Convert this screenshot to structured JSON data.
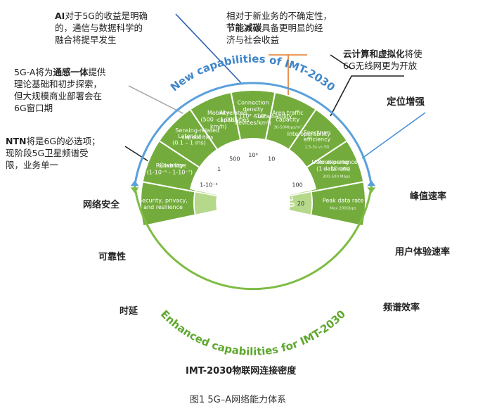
{
  "diagram": {
    "outer_top_label": "New capabilities of IMT-2030",
    "outer_bottom_label": "Enhanced capabilities for IMT-2030",
    "inner_label": "Capabilities of IMT-2020",
    "colors": {
      "blue": "#3b80c6",
      "blue_ring": "#5aa0dc",
      "green": "#73ac3c",
      "green_ring": "#7dbc43",
      "inner": "#b6d88a",
      "ring_text_blue": "#3f86c9",
      "ring_text_green": "#5ea82e"
    },
    "new_segments": [
      {
        "id": "coverage",
        "lines": [
          "Coverage"
        ]
      },
      {
        "id": "sensing",
        "lines": [
          "Sensing-related",
          "capabilities"
        ]
      },
      {
        "id": "ai",
        "lines": [
          "AI-related",
          "capabilities"
        ]
      },
      {
        "id": "sustainability",
        "lines": [
          "Sustainability"
        ]
      },
      {
        "id": "interoperability",
        "lines": [
          "Interoperability"
        ]
      },
      {
        "id": "positioning",
        "lines": [
          "Positioning",
          "(1 ~ 10 cm)"
        ]
      }
    ],
    "enhanced_segments": [
      {
        "id": "security",
        "lines": [
          "Security, privacy,",
          "and resilience"
        ],
        "inner": ""
      },
      {
        "id": "reliability",
        "lines": [
          "Reliability",
          "(1-10⁻⁵ - 1-10⁻⁷)"
        ],
        "inner": "1-10⁻⁵"
      },
      {
        "id": "latency",
        "lines": [
          "Latency",
          "(0.1 – 1 ms)"
        ],
        "inner": "1"
      },
      {
        "id": "mobility",
        "lines": [
          "Mobility",
          "(500 – 1,000",
          "km/h)"
        ],
        "inner": "500"
      },
      {
        "id": "connection",
        "lines": [
          "Connection",
          "density",
          "(10⁶ - 10⁸",
          "devices/km²)"
        ],
        "inner": "10⁶"
      },
      {
        "id": "traffic",
        "lines": [
          "Area traffic",
          "capacity"
        ],
        "small": "30-50Mbps/m²",
        "inner": "10"
      },
      {
        "id": "spectrum",
        "lines": [
          "Spectrum",
          "efficiency"
        ],
        "small": "1.5-3x vs 5G",
        "inner": ""
      },
      {
        "id": "user_rate",
        "lines": [
          "User experienced",
          "data rate"
        ],
        "small": "300-500 Mbps",
        "inner": "100"
      },
      {
        "id": "peak",
        "lines": [
          "Peak data rate"
        ],
        "small": "Max 200Gbps",
        "inner": "20"
      }
    ]
  },
  "annotations": {
    "ai": {
      "bold": "AI",
      "rest1": "对于5G的收益是明确",
      "line2": "的，通信与数据科学的",
      "line3": "融合将提早发生"
    },
    "sustainability": {
      "line1": "相对于新业务的不确定性，",
      "bold": "节能减碳",
      "rest2": "具备更明显的经",
      "line3": "济与社会收益"
    },
    "sensing": {
      "pre": "5G-A将为",
      "bold": "通感一体",
      "post": "提供",
      "line2": "理论基础和初步探索，",
      "line3": "但大规模商业部署会在",
      "line4": "6G窗口期"
    },
    "cloud": {
      "bold": "云计算和虚拟化",
      "post": "将使",
      "line2": "6G无线网更为开放"
    },
    "ntn": {
      "bold": "NTN",
      "post": "将是6G的必选项；",
      "line2": "现阶段5G卫星频谱受",
      "line3": "限，业务单一"
    },
    "positioning": {
      "bold": "定位增强"
    }
  },
  "side_labels": {
    "security": "网络安全",
    "reliability": "可靠性",
    "latency": "时延",
    "peak": "峰值速率",
    "user_rate": "用户体验速率",
    "spectrum": "频谱效率"
  },
  "subtitle": "IMT-2030物联网连接密度",
  "caption": "图1   5G–A网络能力体系"
}
